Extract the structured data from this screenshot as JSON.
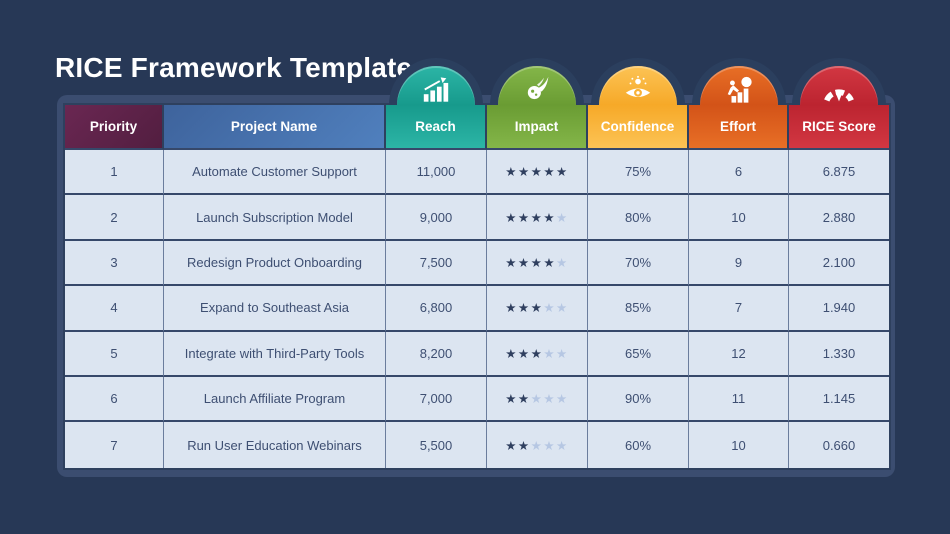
{
  "title": "RICE Framework Template",
  "colors": {
    "background": "#273856",
    "panel_band": "#3B4D70",
    "row_background": "#DCE5F1",
    "priority_header": "#5C2148",
    "project_header": "#4471AD",
    "reach_header": "#1FA89B",
    "impact_header": "#77A83D",
    "confidence_header": "#F9B237",
    "effort_header": "#DD5C1E",
    "rice_header": "#C52B36",
    "star_filled": "#2F3F5F",
    "star_empty": "#B6C7E3"
  },
  "table": {
    "columns": [
      {
        "label": "Priority"
      },
      {
        "label": "Project Name"
      },
      {
        "label": "Reach",
        "icon": "growth-chart-icon"
      },
      {
        "label": "Impact",
        "icon": "comet-icon"
      },
      {
        "label": "Confidence",
        "icon": "insight-eye-icon"
      },
      {
        "label": "Effort",
        "icon": "effort-climb-icon"
      },
      {
        "label": "RICE Score",
        "icon": "gauge-icon"
      }
    ],
    "rows": [
      {
        "priority": "1",
        "project": "Automate Customer Support",
        "reach": "11,000",
        "impact_filled": "★★★★★",
        "impact_empty": "",
        "confidence": "75%",
        "effort": "6",
        "rice_score": "6.875"
      },
      {
        "priority": "2",
        "project": "Launch Subscription Model",
        "reach": "9,000",
        "impact_filled": "★★★★",
        "impact_empty": "★",
        "confidence": "80%",
        "effort": "10",
        "rice_score": "2.880"
      },
      {
        "priority": "3",
        "project": "Redesign Product Onboarding",
        "reach": "7,500",
        "impact_filled": "★★★★",
        "impact_empty": "★",
        "confidence": "70%",
        "effort": "9",
        "rice_score": "2.100"
      },
      {
        "priority": "4",
        "project": "Expand to Southeast Asia",
        "reach": "6,800",
        "impact_filled": "★★★",
        "impact_empty": "★★",
        "confidence": "85%",
        "effort": "7",
        "rice_score": "1.940"
      },
      {
        "priority": "5",
        "project": "Integrate with Third-Party Tools",
        "reach": "8,200",
        "impact_filled": "★★★",
        "impact_empty": "★★",
        "confidence": "65%",
        "effort": "12",
        "rice_score": "1.330"
      },
      {
        "priority": "6",
        "project": "Launch Affiliate Program",
        "reach": "7,000",
        "impact_filled": "★★",
        "impact_empty": "★★★",
        "confidence": "90%",
        "effort": "11",
        "rice_score": "1.145"
      },
      {
        "priority": "7",
        "project": "Run User Education Webinars",
        "reach": "5,500",
        "impact_filled": "★★",
        "impact_empty": "★★★",
        "confidence": "60%",
        "effort": "10",
        "rice_score": "0.660"
      }
    ]
  }
}
